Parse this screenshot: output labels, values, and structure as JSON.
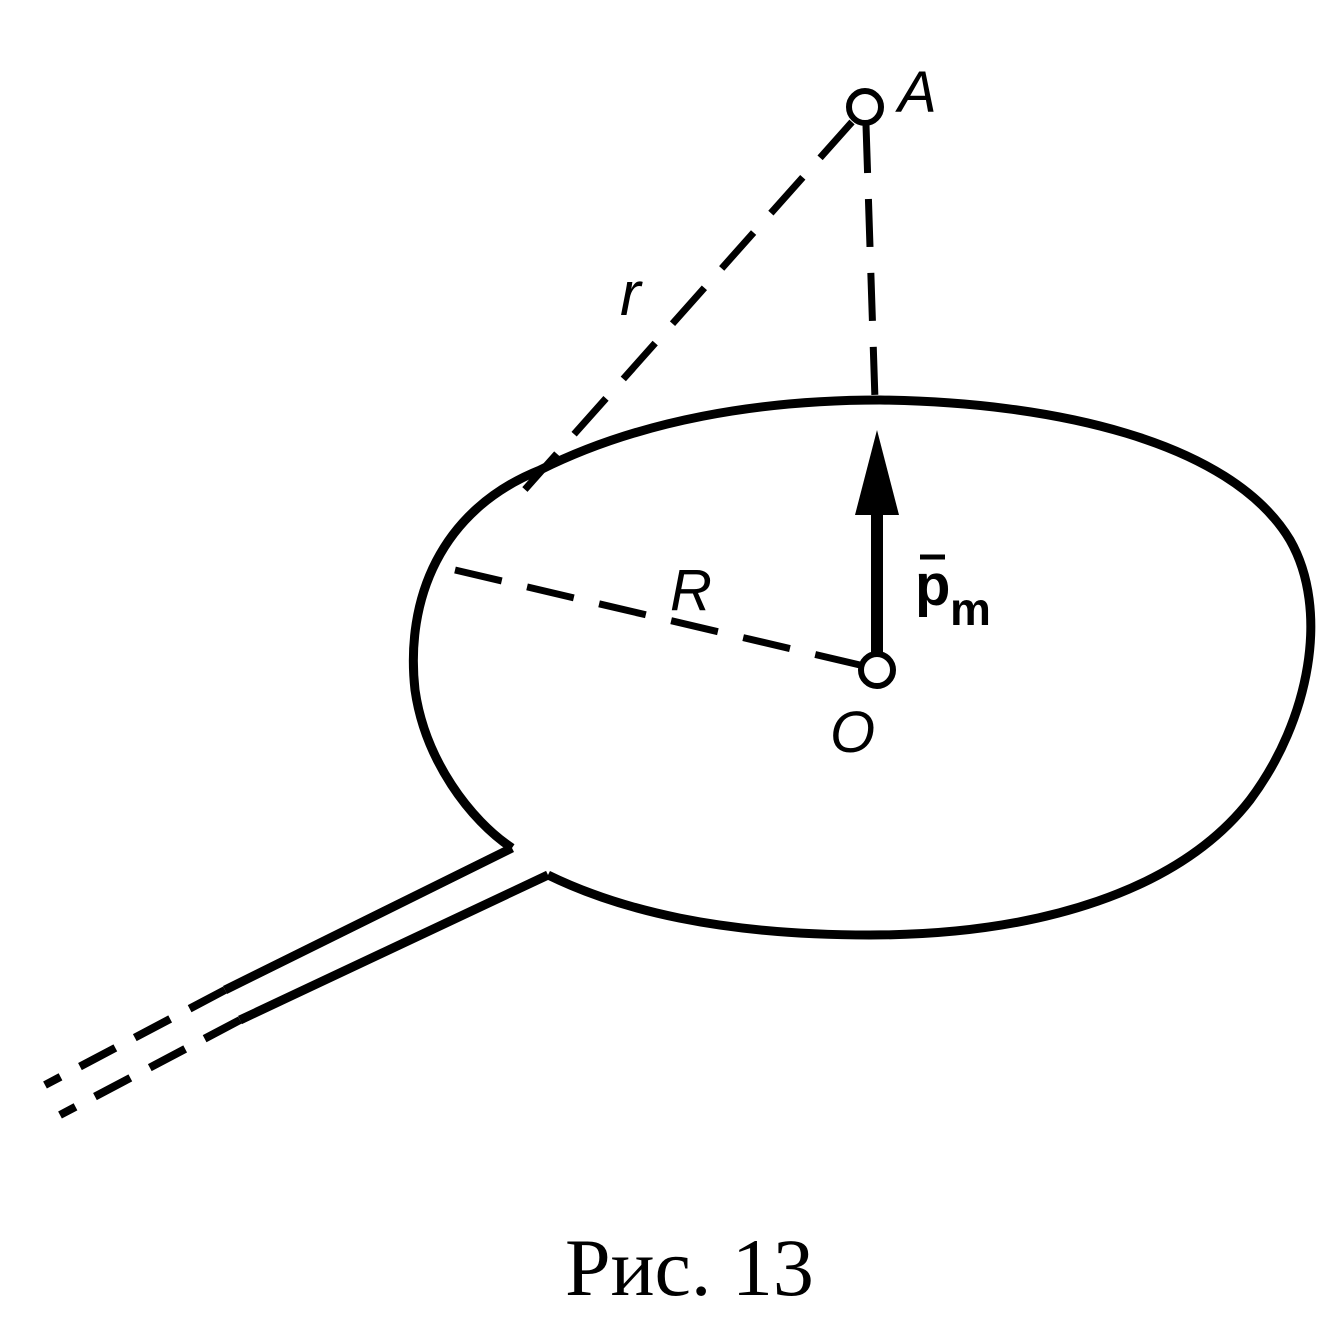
{
  "labels": {
    "point_a": "A",
    "distance_r": "r",
    "radius_r": "R",
    "center_o": "O",
    "moment_symbol": "p",
    "moment_subscript": "m"
  },
  "caption": "Рис. 13",
  "colors": {
    "ink": "#000000",
    "background": "#ffffff"
  }
}
